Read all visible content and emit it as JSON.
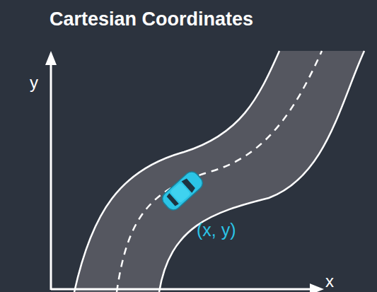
{
  "diagram": {
    "title": "Cartesian Coordinates",
    "labels": [
      "y",
      "x",
      "(x, y)"
    ]
  }
}
